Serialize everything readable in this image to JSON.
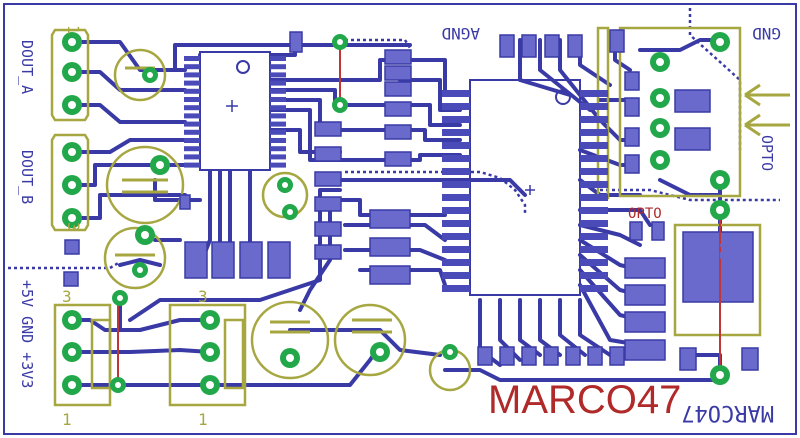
{
  "labels": {
    "out1": "1",
    "out3": "3",
    "dout_a": "DOUT_A",
    "dout_b": "DOUT_B",
    "power_label": "+5V GND +3V3",
    "pin3_left": "3",
    "pin1_left": "1",
    "pin3_mid": "3",
    "pin1_mid": "1",
    "agnd": "AGND",
    "gnd": "GND",
    "opto": "OPTO",
    "opto_ref": "OPTO",
    "v3_ref": "V3",
    "marco_top": "MARCO47",
    "marco_bottom": "MARCO47"
  },
  "colors": {
    "trace": "#3a3aa6",
    "pad": "#6a6acc",
    "pad_stroke": "#3a3aa6",
    "silk": "#a7a742",
    "via": "#22a84a",
    "jumper": "#c03636",
    "name_red": "#b02a2a",
    "background": "#ffffff"
  }
}
